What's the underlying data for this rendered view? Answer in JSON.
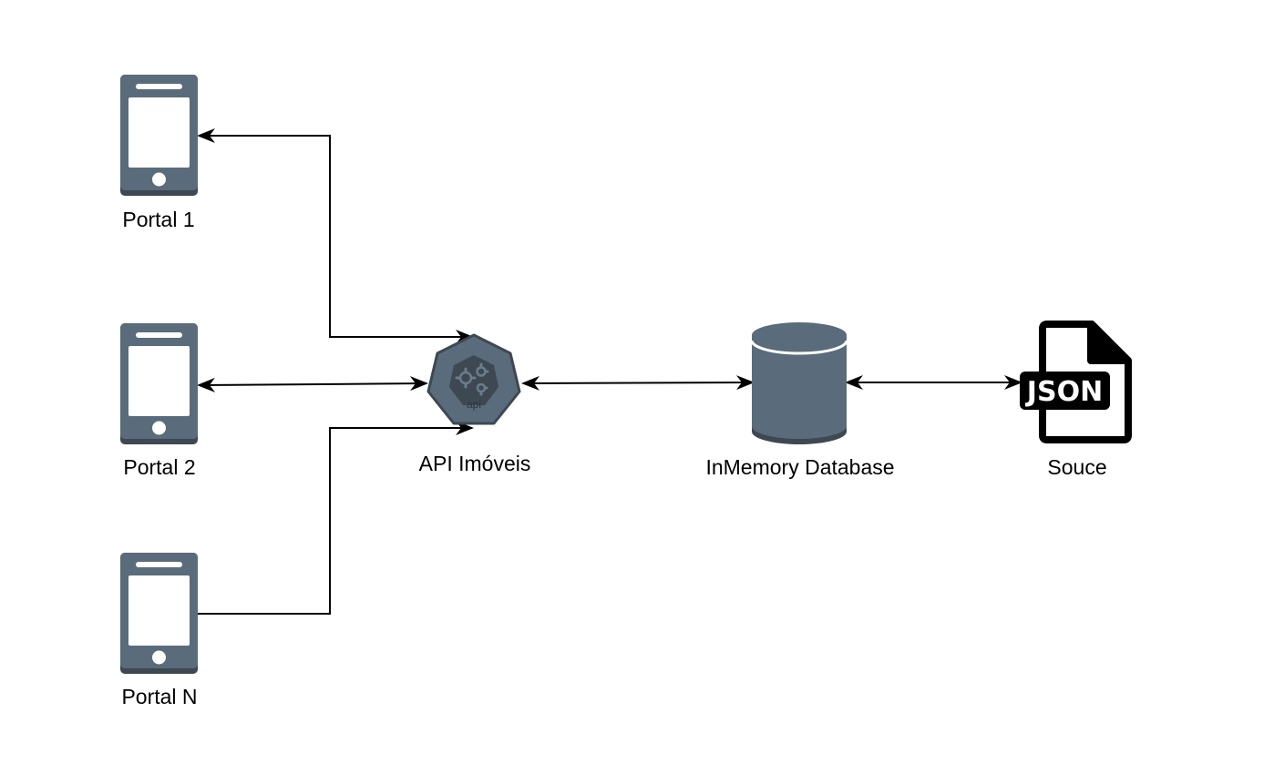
{
  "nodes": {
    "portal_1": {
      "label": "Portal 1",
      "type": "mobile-device"
    },
    "portal_2": {
      "label": "Portal 2",
      "type": "mobile-device"
    },
    "portal_n": {
      "label": "Portal N",
      "type": "mobile-device"
    },
    "api": {
      "label": "API Imóveis",
      "badge": "api",
      "type": "api-service"
    },
    "database": {
      "label": "InMemory Database",
      "type": "database"
    },
    "source": {
      "label": "Souce",
      "badge": "JSON",
      "type": "json-file"
    }
  },
  "edges": [
    {
      "from": "portal_1",
      "to": "api",
      "direction": "both"
    },
    {
      "from": "portal_2",
      "to": "api",
      "direction": "both"
    },
    {
      "from": "portal_n",
      "to": "api",
      "direction": "forward"
    },
    {
      "from": "api",
      "to": "database",
      "direction": "both"
    },
    {
      "from": "database",
      "to": "source",
      "direction": "both"
    }
  ],
  "colors": {
    "icon_fill": "#5a6b7b",
    "icon_dark": "#3d4852",
    "screen": "#ffffff",
    "connector": "#000000",
    "label_text": "#000000"
  }
}
